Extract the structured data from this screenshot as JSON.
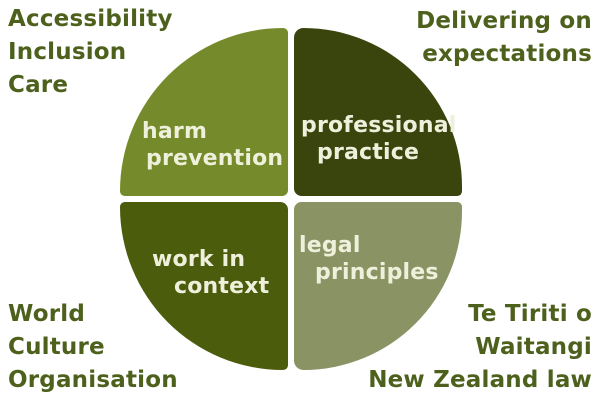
{
  "diagram": {
    "colors": {
      "background": "#ffffff",
      "corner_text": "#4d611d",
      "wedge_text": "#eef0dc"
    },
    "corner_labels": {
      "top_left": {
        "lines": [
          "Accessibility",
          "Inclusion",
          "Care"
        ]
      },
      "top_right": {
        "lines": [
          "Delivering on",
          "expectations"
        ]
      },
      "bottom_left": {
        "lines": [
          "World",
          "Culture",
          "Organisation"
        ]
      },
      "bottom_right": {
        "lines": [
          "Te Tiriti o",
          "Waitangi",
          "New Zealand law"
        ]
      }
    },
    "quadrants": [
      {
        "name": "harm-prevention",
        "color": "#758a2a",
        "lines": [
          "harm",
          "prevention"
        ]
      },
      {
        "name": "professional-practice",
        "color": "#3a450d",
        "lines": [
          "professional",
          "practice"
        ]
      },
      {
        "name": "work-in-context",
        "color": "#4c5c0d",
        "lines": [
          "work in",
          "context"
        ]
      },
      {
        "name": "legal-principles",
        "color": "#8a9364",
        "lines": [
          "legal",
          "principles"
        ]
      }
    ]
  }
}
